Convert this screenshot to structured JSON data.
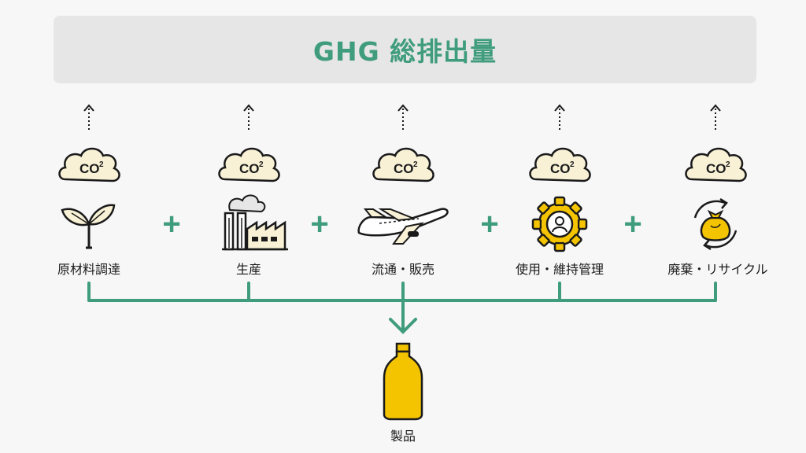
{
  "title": "GHG 総排出量",
  "co2_label": "CO",
  "co2_sub": "2",
  "stages": [
    {
      "label": "原材料調達",
      "icon": "sprout-icon"
    },
    {
      "label": "生産",
      "icon": "factory-icon"
    },
    {
      "label": "流通・販売",
      "icon": "airplane-icon"
    },
    {
      "label": "使用・維持管理",
      "icon": "gear-person-icon"
    },
    {
      "label": "廃棄・リサイクル",
      "icon": "recycle-bag-icon"
    }
  ],
  "plus_sign": "+",
  "product": {
    "label": "製品",
    "icon": "bottle-icon"
  },
  "colors": {
    "accent": "#3f9c7c",
    "title_bg": "#e6e6e6",
    "background": "#f7f7f7",
    "cloud_fill": "#f8f1d6",
    "icon_fill": "#f5c400",
    "outline": "#1a1a1a"
  }
}
